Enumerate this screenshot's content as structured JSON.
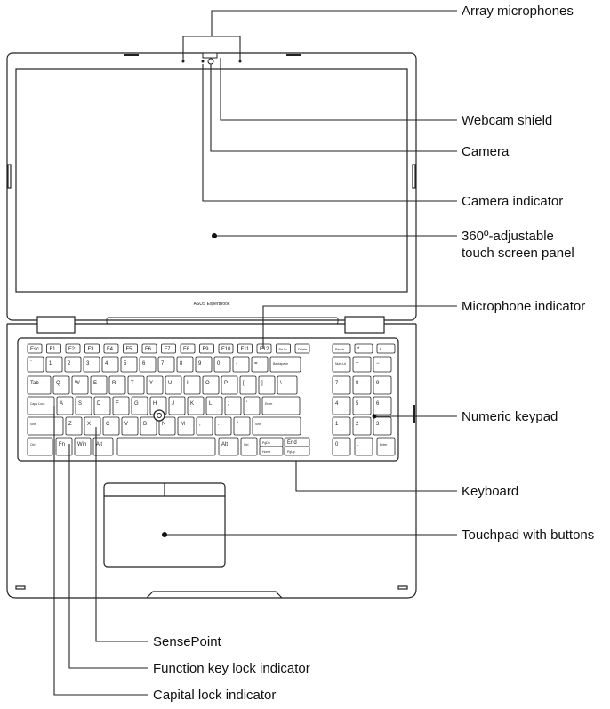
{
  "callouts": {
    "array_microphones": "Array microphones",
    "webcam_shield": "Webcam shield",
    "camera": "Camera",
    "camera_indicator": "Camera indicator",
    "touch_screen_line1": "360º-adjustable",
    "touch_screen_line2": "touch screen panel",
    "microphone_indicator": "Microphone indicator",
    "numeric_keypad": "Numeric keypad",
    "keyboard": "Keyboard",
    "touchpad": "Touchpad with buttons",
    "sensepoint": "SensePoint",
    "fn_lock_indicator": "Function key lock indicator",
    "caps_lock_indicator": "Capital lock indicator"
  },
  "brand": "ASUS ExpertBook",
  "fn_row": [
    "Esc",
    "F1",
    "F2",
    "F3",
    "F4",
    "F5",
    "F6",
    "F7",
    "F8",
    "F9",
    "F10",
    "F11",
    "F12",
    "Prt Sc",
    "Delete",
    "Pause",
    "*",
    "/"
  ],
  "row_num": [
    "`",
    "1",
    "2",
    "3",
    "4",
    "5",
    "6",
    "7",
    "8",
    "9",
    "0",
    "-",
    "=",
    "Backspace",
    "Num Lk",
    "+",
    "−"
  ],
  "row_q": [
    "Tab",
    "Q",
    "W",
    "E",
    "R",
    "T",
    "Y",
    "U",
    "I",
    "O",
    "P",
    "[",
    "]",
    "\\",
    "7",
    "8",
    "9"
  ],
  "row_a": [
    "Caps Lock",
    "A",
    "S",
    "D",
    "F",
    "G",
    "H",
    "J",
    "K",
    "L",
    ";",
    "'",
    "Enter",
    "4",
    "5",
    "6"
  ],
  "row_z": [
    "Shift",
    "Z",
    "X",
    "C",
    "V",
    "B",
    "N",
    "M",
    ",",
    ".",
    "/",
    "Shift",
    "1",
    "2",
    "3"
  ],
  "row_bottom": [
    "Ctrl",
    "Fn",
    "Win",
    "Alt",
    "",
    "Alt",
    "Ctrl",
    "Home",
    "PgUp",
    "PgDn",
    "End",
    "0",
    ".",
    "Enter"
  ]
}
